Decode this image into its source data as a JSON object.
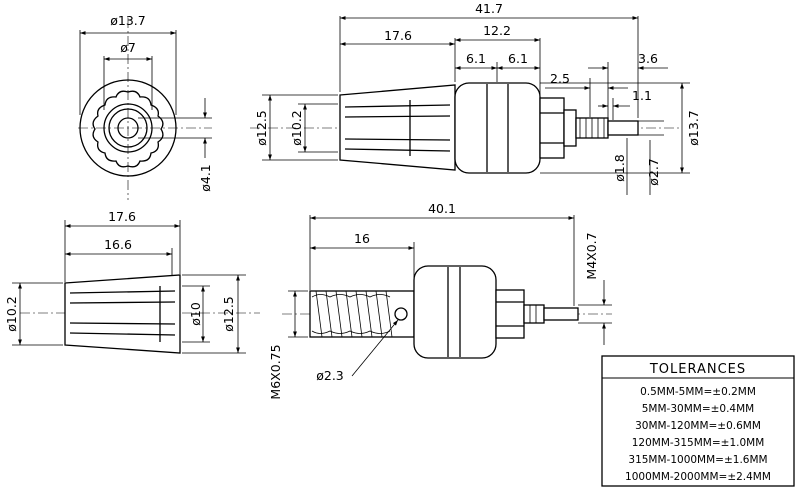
{
  "dimensions": {
    "front_outer_dia": "ø13.7",
    "front_inner_dia": "ø7",
    "front_hole_dia": "ø4.1",
    "overall_length": "41.7",
    "cap_length": "17.6",
    "nut_section_length": "12.2",
    "nut_half_a": "6.1",
    "nut_half_b": "6.1",
    "pin_length": "3.6",
    "thread_gap": "2.5",
    "pin_tip": "1.1",
    "cap_small_dia": "ø12.5",
    "cap_inner_dia": "ø10.2",
    "body_dia": "ø13.7",
    "pin_dia": "ø1.8",
    "pin_shoulder_dia": "ø2.7",
    "cap_len": "17.6",
    "cap_body_len": "16.6",
    "cap_left_dia": "ø10.2",
    "cap_mid_dia": "ø10",
    "cap_right_dia": "ø12.5",
    "post_length": "40.1",
    "thread_length": "16",
    "thread_spec": "M6X0.75",
    "hole_dia": "ø2.3",
    "pin_thread": "M4X0.7"
  },
  "tolerances": {
    "title": "TOLERANCES",
    "rows": [
      "0.5MM-5MM=±0.2MM",
      "5MM-30MM=±0.4MM",
      "30MM-120MM=±0.6MM",
      "120MM-315MM=±1.0MM",
      "315MM-1000MM=±1.6MM",
      "1000MM-2000MM=±2.4MM"
    ]
  }
}
